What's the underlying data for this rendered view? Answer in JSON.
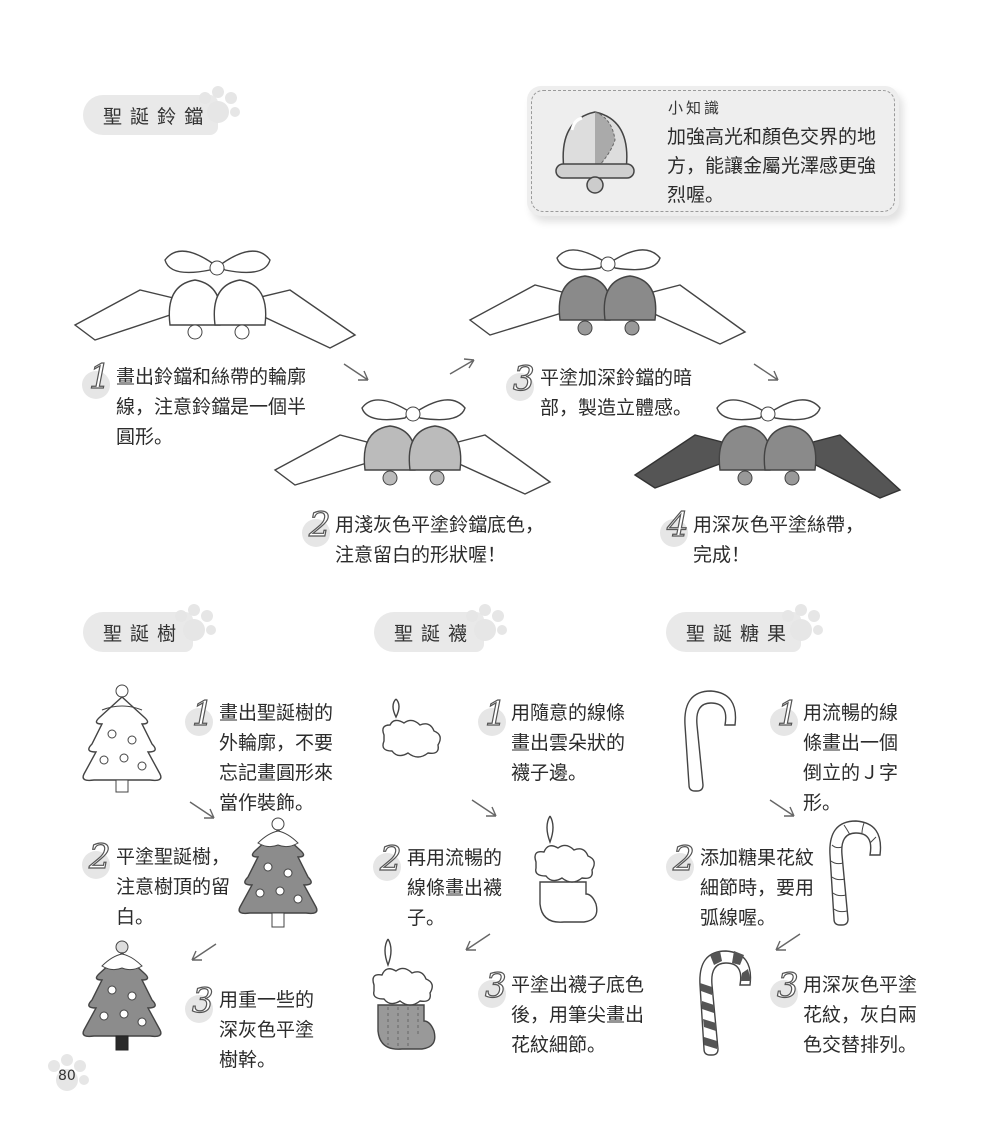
{
  "sections": {
    "bells": {
      "title": "聖誕鈴鐺"
    },
    "tree": {
      "title": "聖誕樹"
    },
    "sock": {
      "title": "聖誕襪"
    },
    "candy": {
      "title": "聖誕糖果"
    }
  },
  "tip": {
    "title": "小知識",
    "body": "加強高光和顏色交界的地方，能讓金屬光澤感更強烈喔。"
  },
  "bell_steps": [
    {
      "num": "1",
      "text": "畫出鈴鐺和絲帶的輪廓線，注意鈴鐺是一個半圓形。"
    },
    {
      "num": "2",
      "text": "用淺灰色平塗鈴鐺底色，注意留白的形狀喔！"
    },
    {
      "num": "3",
      "text": "平塗加深鈴鐺的暗部，製造立體感。"
    },
    {
      "num": "4",
      "text": "用深灰色平塗絲帶，完成！"
    }
  ],
  "tree_steps": [
    {
      "num": "1",
      "text": "畫出聖誕樹的外輪廓，不要忘記畫圓形來當作裝飾。"
    },
    {
      "num": "2",
      "text": "平塗聖誕樹，注意樹頂的留白。"
    },
    {
      "num": "3",
      "text": "用重一些的深灰色平塗樹幹。"
    }
  ],
  "sock_steps": [
    {
      "num": "1",
      "text": "用隨意的線條畫出雲朵狀的襪子邊。"
    },
    {
      "num": "2",
      "text": "再用流暢的線條畫出襪子。"
    },
    {
      "num": "3",
      "text": "平塗出襪子底色後，用筆尖畫出花紋細節。"
    }
  ],
  "candy_steps": [
    {
      "num": "1",
      "text": "用流暢的線條畫出一個倒立的Ｊ字形。"
    },
    {
      "num": "2",
      "text": "添加糖果花紋細節時，要用弧線喔。"
    },
    {
      "num": "3",
      "text": "用深灰色平塗花紋，灰白兩色交替排列。"
    }
  ],
  "page_number": "80"
}
